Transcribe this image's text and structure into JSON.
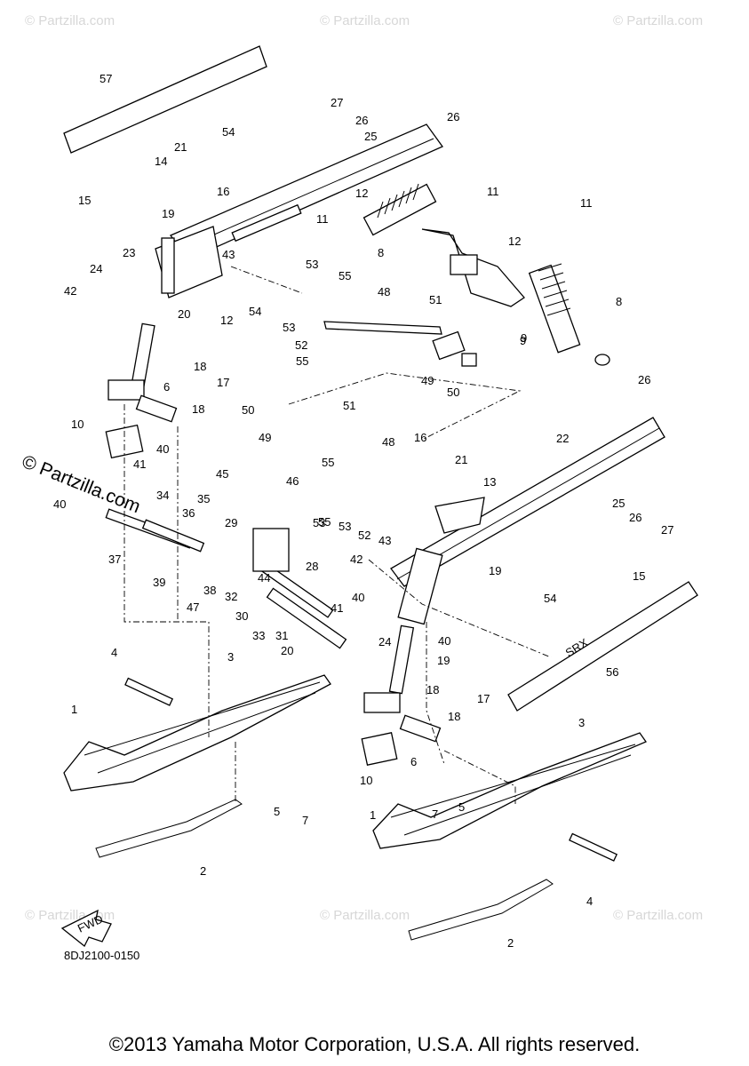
{
  "diagram": {
    "code": "8DJ2100-0150",
    "fwd_label": "FWD",
    "side_watermark": "© Partzilla.com",
    "watermark_text": "© Partzilla.com",
    "footer": "©2013 Yamaha Motor Corporation, U.S.A. All rights reserved.",
    "decal_text": "SRX",
    "callouts": [
      "57",
      "27",
      "26",
      "26",
      "25",
      "54",
      "21",
      "14",
      "16",
      "15",
      "19",
      "12",
      "11",
      "23",
      "24",
      "43",
      "11",
      "42",
      "20",
      "12",
      "9",
      "8",
      "12",
      "11",
      "53",
      "55",
      "54",
      "53",
      "48",
      "51",
      "8",
      "52",
      "55",
      "9",
      "49",
      "50",
      "18",
      "17",
      "6",
      "18",
      "10",
      "40",
      "41",
      "34",
      "26",
      "50",
      "51",
      "49",
      "48",
      "16",
      "21",
      "13",
      "22",
      "55",
      "46",
      "53",
      "25",
      "26",
      "27",
      "45",
      "35",
      "36",
      "29",
      "55",
      "53",
      "52",
      "43",
      "40",
      "37",
      "39",
      "38",
      "32",
      "47",
      "44",
      "28",
      "42",
      "19",
      "54",
      "15",
      "30",
      "41",
      "40",
      "33",
      "31",
      "20",
      "24",
      "40",
      "19",
      "56",
      "4",
      "3",
      "18",
      "17",
      "18",
      "1",
      "6",
      "10",
      "3",
      "5",
      "7",
      "7",
      "5",
      "1",
      "2",
      "4",
      "2"
    ]
  }
}
